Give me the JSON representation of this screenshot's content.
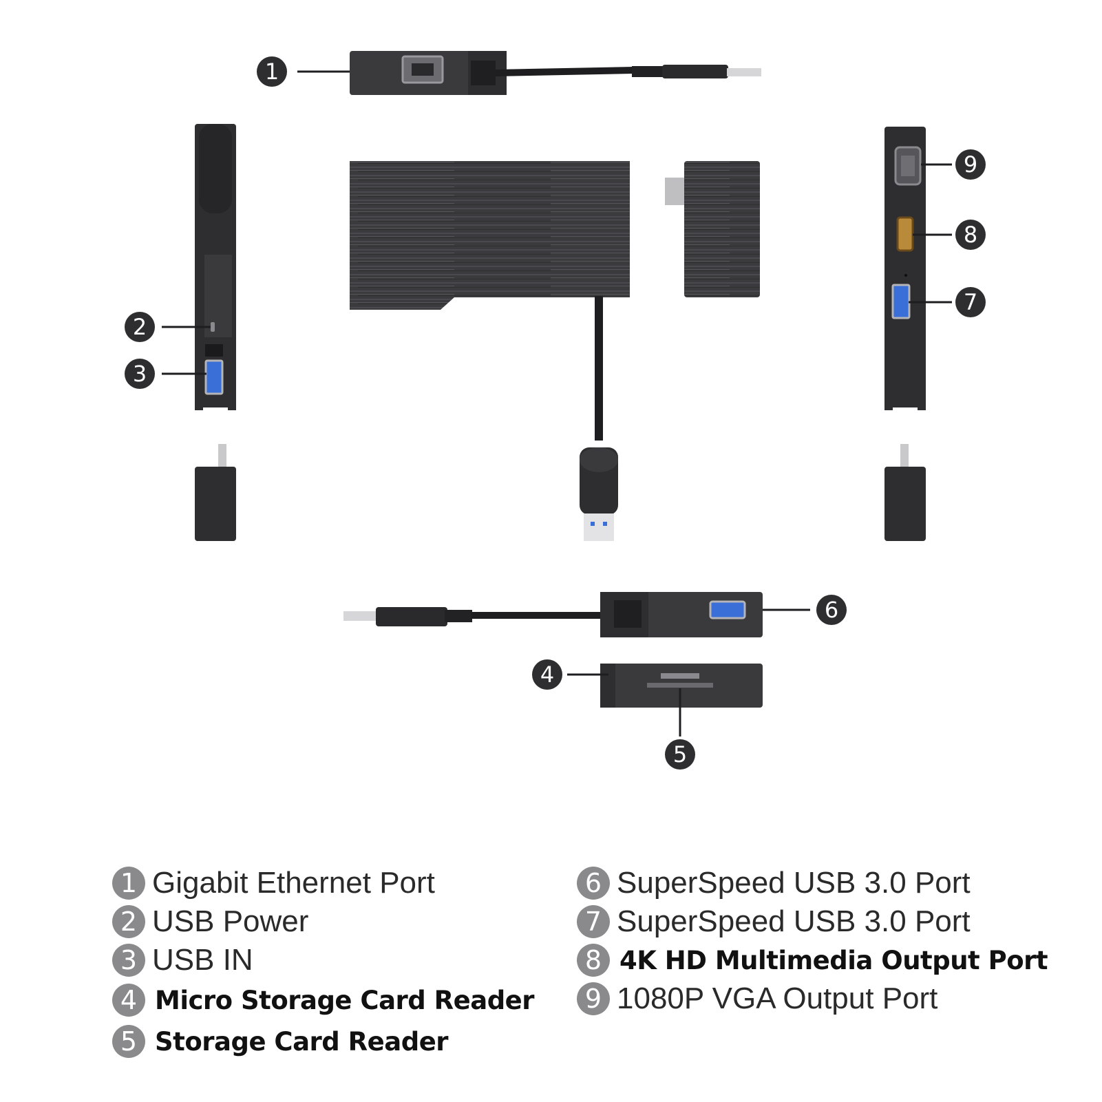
{
  "colors": {
    "device_body": "#3a3a3d",
    "device_dark": "#2a2a2c",
    "callout_circle": "#2e2e30",
    "legend_badge": "#8a8a8d",
    "usb_blue": "#3a6fd8",
    "hdmi_gold": "#b98a3a",
    "metal_plug": "#d6d6d8"
  },
  "callouts": [
    {
      "number": "1"
    },
    {
      "number": "2"
    },
    {
      "number": "3"
    },
    {
      "number": "4"
    },
    {
      "number": "5"
    },
    {
      "number": "6"
    },
    {
      "number": "7"
    },
    {
      "number": "8"
    },
    {
      "number": "9"
    }
  ],
  "legend": {
    "left": [
      {
        "number": "1",
        "label": "Gigabit Ethernet Port"
      },
      {
        "number": "2",
        "label": "USB Power"
      },
      {
        "number": "3",
        "label": "USB IN"
      },
      {
        "number": "4",
        "label": "Micro Storage Card Reader"
      },
      {
        "number": "5",
        "label": "Storage Card Reader"
      }
    ],
    "right": [
      {
        "number": "6",
        "label": "SuperSpeed USB 3.0 Port"
      },
      {
        "number": "7",
        "label": "SuperSpeed USB 3.0 Port"
      },
      {
        "number": "8",
        "label": "4K HD Multimedia Output Port"
      },
      {
        "number": "9",
        "label": "1080P VGA Output Port"
      }
    ]
  }
}
